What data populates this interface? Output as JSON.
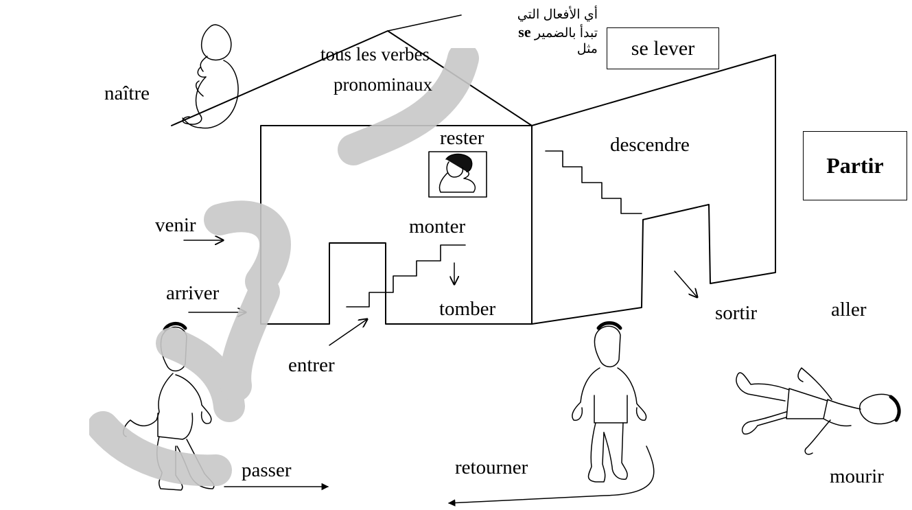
{
  "colors": {
    "ink": "#000000",
    "paper": "#ffffff",
    "watermark": "#c8c8c8"
  },
  "watermark": {
    "text": "عرفنس"
  },
  "roof": {
    "line1": "tous les verbes",
    "line2": "pronominaux"
  },
  "arabic_note": {
    "line1": "أي الأفعال التي",
    "line2_prefix": "تبدأ بالضمير",
    "line2_bold": "se",
    "line3": "مثل"
  },
  "boxes": {
    "se_lever": "se lever",
    "partir": "Partir"
  },
  "verbs": {
    "naitre": "naître",
    "rester": "rester",
    "descendre": "descendre",
    "venir": "venir",
    "monter": "monter",
    "arriver": "arriver",
    "tomber": "tomber",
    "sortir": "sortir",
    "aller": "aller",
    "entrer": "entrer",
    "passer": "passer",
    "retourner": "retourner",
    "mourir": "mourir"
  },
  "icons": [
    "baby-icon",
    "portrait-icon",
    "stairs-icon",
    "person-icon",
    "lying-person-icon",
    "arrow-icon"
  ]
}
